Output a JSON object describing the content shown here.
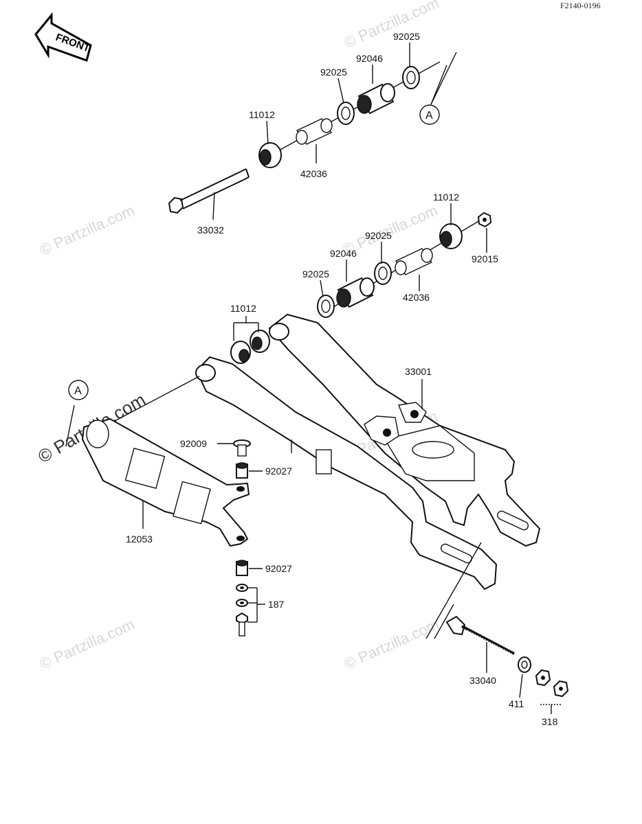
{
  "diagram_code": "F2140-0196",
  "front_label": "FRONT",
  "callout_letter": "A",
  "watermark": "© Partzilla.com",
  "labels": {
    "p92025_top": "92025",
    "p92046_top": "92046",
    "p92025_mid": "92025",
    "p11012_top": "11012",
    "p42036_top": "42036",
    "p33032": "33032",
    "p11012_right": "11012",
    "p92025_right": "92025",
    "p92046_right": "92046",
    "p92025_left": "92025",
    "p92015": "92015",
    "p42036_right": "42036",
    "p11012_left": "11012",
    "p33001": "33001",
    "p92009": "92009",
    "p92027_top": "92027",
    "p12053": "12053",
    "p92027_bottom": "92027",
    "p187": "187",
    "p33040": "33040",
    "p411": "411",
    "p318": "318"
  }
}
